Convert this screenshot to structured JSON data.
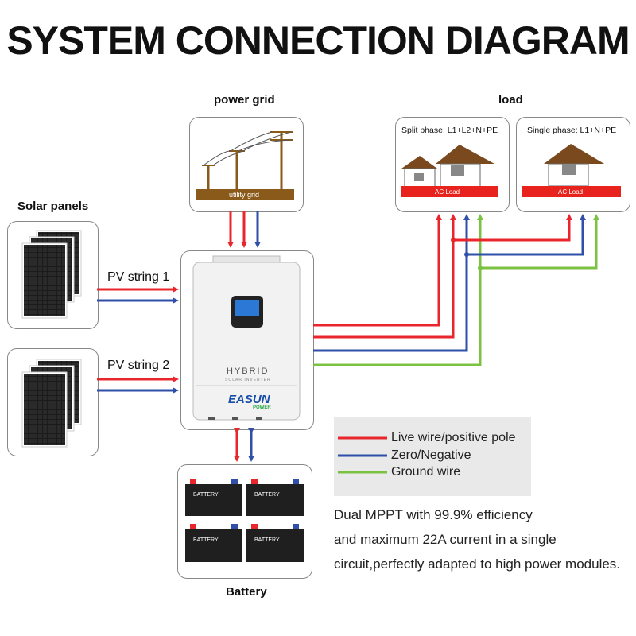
{
  "title": "SYSTEM CONNECTION DIAGRAM",
  "power_grid": {
    "label": "power grid",
    "sign": "utility grid"
  },
  "load": {
    "label": "load",
    "split_phase": {
      "label": "Split phase: L1+L2+N+PE",
      "bar": "AC Load"
    },
    "single_phase": {
      "label": "Single phase: L1+N+PE",
      "bar": "AC Load"
    }
  },
  "solar": {
    "label": "Solar panels",
    "string1": "PV string 1",
    "string2": "PV string 2"
  },
  "inverter": {
    "model": "HYBRID",
    "sub": "SOLAR INVERTER",
    "brand": "EASUN",
    "brand_sub": "POWER"
  },
  "battery": {
    "label": "Battery",
    "cell": "BATTERY"
  },
  "legend": [
    {
      "label": "Live wire/positive pole",
      "color": "#e8262b"
    },
    {
      "label": "Zero/Negative",
      "color": "#2f4fa8"
    },
    {
      "label": "Ground wire",
      "color": "#7cc242"
    }
  ],
  "description": [
    "Dual MPPT with 99.9% efficiency",
    "and maximum 22A current in a single",
    "circuit,perfectly adapted to high power modules."
  ]
}
